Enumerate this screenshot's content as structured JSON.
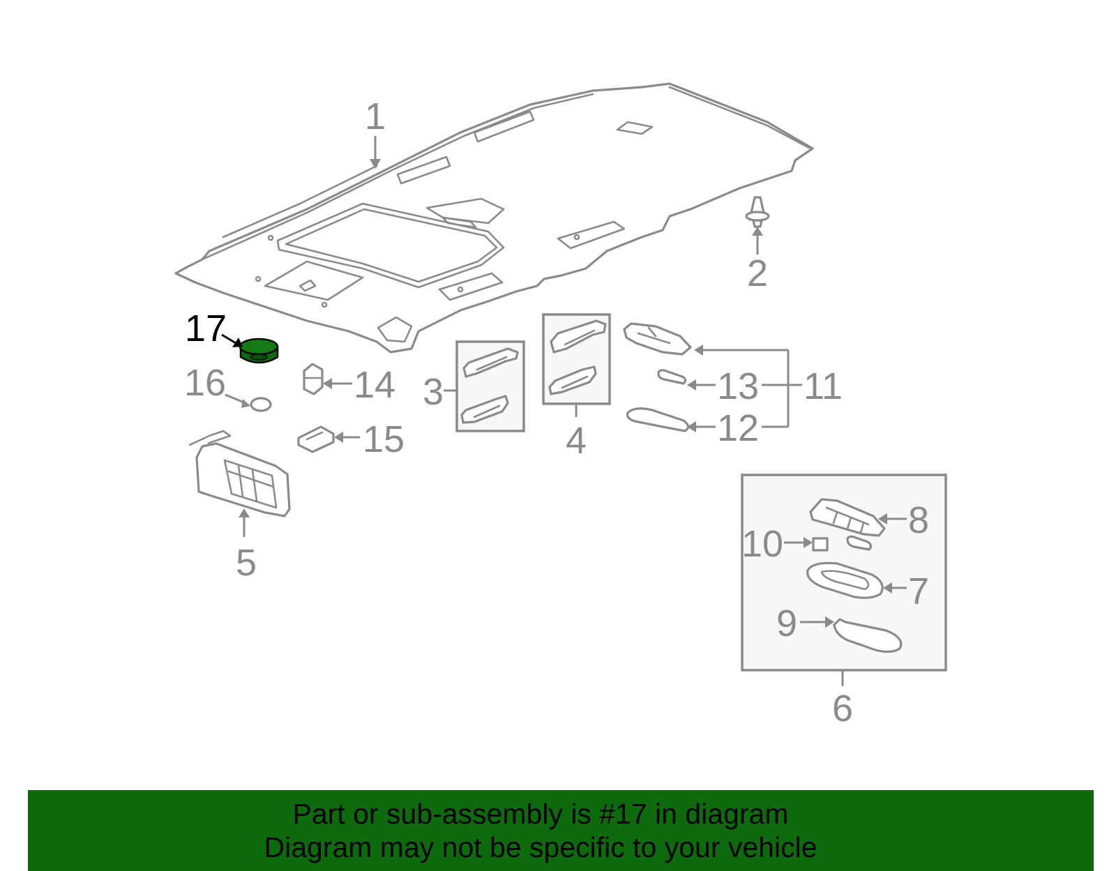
{
  "diagram": {
    "highlight_color": "#0d6b0d",
    "line_color": "#8a8a8a",
    "callouts": {
      "c1": "1",
      "c2": "2",
      "c3": "3",
      "c4": "4",
      "c5": "5",
      "c6": "6",
      "c7": "7",
      "c8": "8",
      "c9": "9",
      "c10": "10",
      "c11": "11",
      "c12": "12",
      "c13": "13",
      "c14": "14",
      "c15": "15",
      "c16": "16",
      "c17": "17"
    },
    "highlighted_part": "17"
  },
  "banner": {
    "line1": "Part or sub-assembly is #17 in diagram",
    "line2": "Diagram may not be specific to your vehicle",
    "background": "#0d6b0d"
  }
}
